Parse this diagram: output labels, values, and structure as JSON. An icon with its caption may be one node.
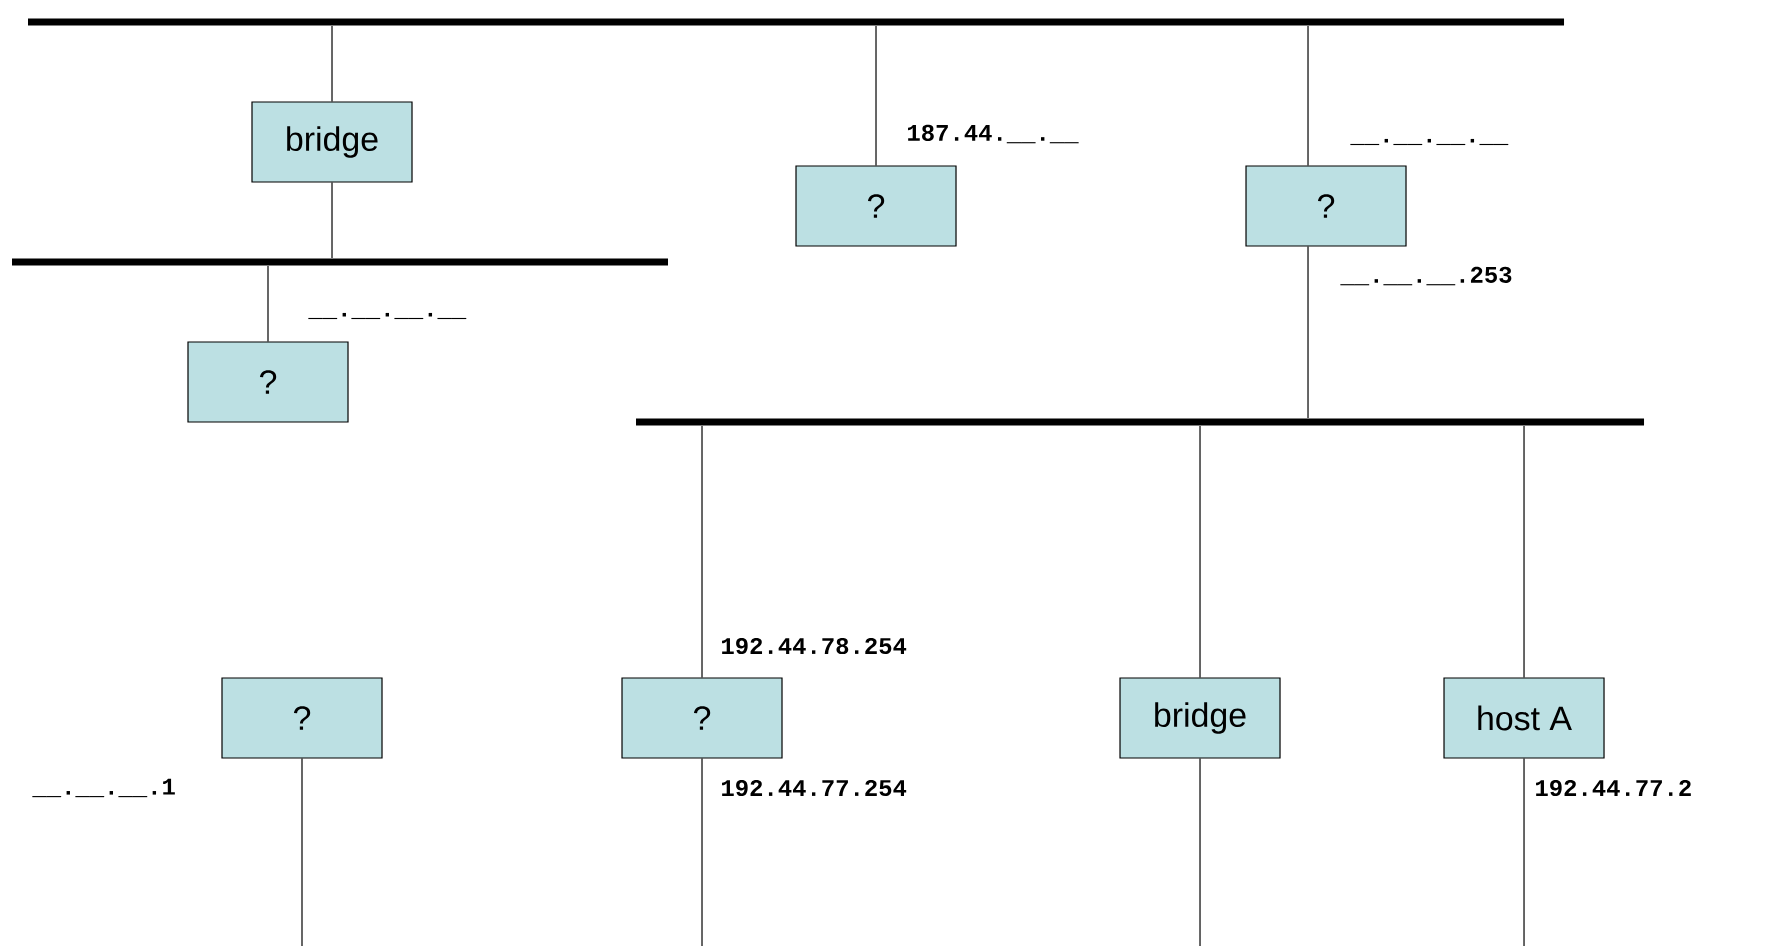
{
  "diagram": {
    "nodes": [
      {
        "text": [],
        "shape": "bar"
      },
      {
        "text": [
          "bridge"
        ]
      },
      {
        "text": [
          "?"
        ],
        "beside": [
          "187.44.__.__"
        ]
      },
      {
        "text": [
          "?"
        ],
        "beside": [
          "__.__.__.__",
          "__.__.__.253"
        ]
      },
      {
        "text": [],
        "shape": "bar"
      },
      {
        "text": [
          "?"
        ],
        "beside": [
          "__.__.__.__"
        ]
      },
      {
        "text": [],
        "shape": "bar"
      },
      {
        "text": [
          "?"
        ],
        "beside": [
          "__.__.__.1"
        ]
      },
      {
        "text": [
          "?"
        ],
        "beside": [
          "192.44.78.254",
          "192.44.77.254"
        ]
      },
      {
        "text": [
          "bridge"
        ]
      },
      {
        "text": [
          "host A"
        ],
        "beside": [
          "192.44.77.2"
        ]
      }
    ],
    "edges": [
      {
        "from": 0,
        "to": 1,
        "arrow": "none"
      },
      {
        "from": 1,
        "to": 4,
        "arrow": "none"
      },
      {
        "from": 0,
        "to": 2,
        "arrow": "none"
      },
      {
        "from": 0,
        "to": 3,
        "arrow": "none"
      },
      {
        "from": 3,
        "to": 6,
        "arrow": "none"
      },
      {
        "from": 4,
        "to": 5,
        "arrow": "none"
      },
      {
        "from": 6,
        "to": 8,
        "arrow": "none"
      },
      {
        "from": 6,
        "to": 9,
        "arrow": "none"
      },
      {
        "from": 6,
        "to": 10,
        "arrow": "none"
      },
      {
        "from": 7,
        "to": null,
        "arrow": "none"
      },
      {
        "from": 8,
        "to": null,
        "arrow": "none"
      },
      {
        "from": 9,
        "to": null,
        "arrow": "none"
      },
      {
        "from": 10,
        "to": null,
        "arrow": "none"
      }
    ]
  }
}
